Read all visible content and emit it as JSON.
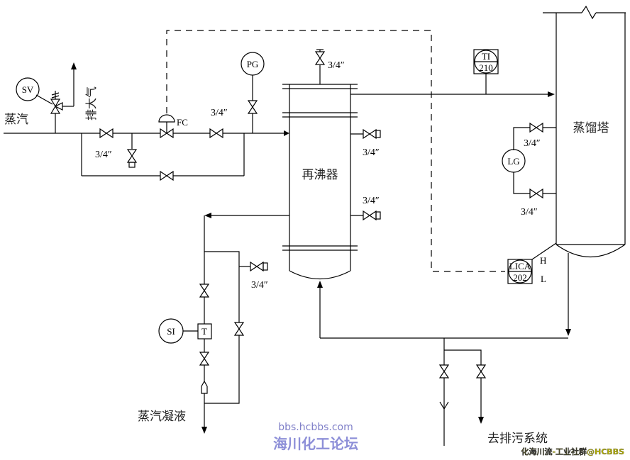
{
  "diagram": {
    "type": "piping-and-instrumentation",
    "subject": "reboiler steam heating system",
    "equipment": {
      "reboiler": "再沸器",
      "column": "蒸馏塔"
    },
    "streams": {
      "steam_in": "蒸汽",
      "vent": "排大气",
      "condensate_out": "蒸汽凝液",
      "to_drain": "去排污系统"
    },
    "instruments": {
      "safety_valve": "SV",
      "pressure_gauge": "PG",
      "control_valve_fail": "FC",
      "temp_indicator_tag": "TI",
      "temp_indicator_no": "210",
      "level_gauge": "LG",
      "level_controller_tag": "LICA",
      "level_controller_no": "202",
      "level_high": "H",
      "level_low": "L",
      "steam_trap_indicator": "SI",
      "steam_trap": "T"
    },
    "pipe_sizes": {
      "steam_drain": "3/4″",
      "pg_branch": "3/4″",
      "reboiler_vent": "3/4″",
      "reboiler_side_upper": "3/4″",
      "reboiler_side_lower": "3/4″",
      "lg_upper": "3/4″",
      "lg_lower": "3/4″",
      "condensate_bypass": "3/4″"
    },
    "watermarks": {
      "site_url": "bbs.hcbbs.com",
      "site_name": "海川化工论坛",
      "community": "化海川流-工业社群@HCBBS"
    }
  }
}
